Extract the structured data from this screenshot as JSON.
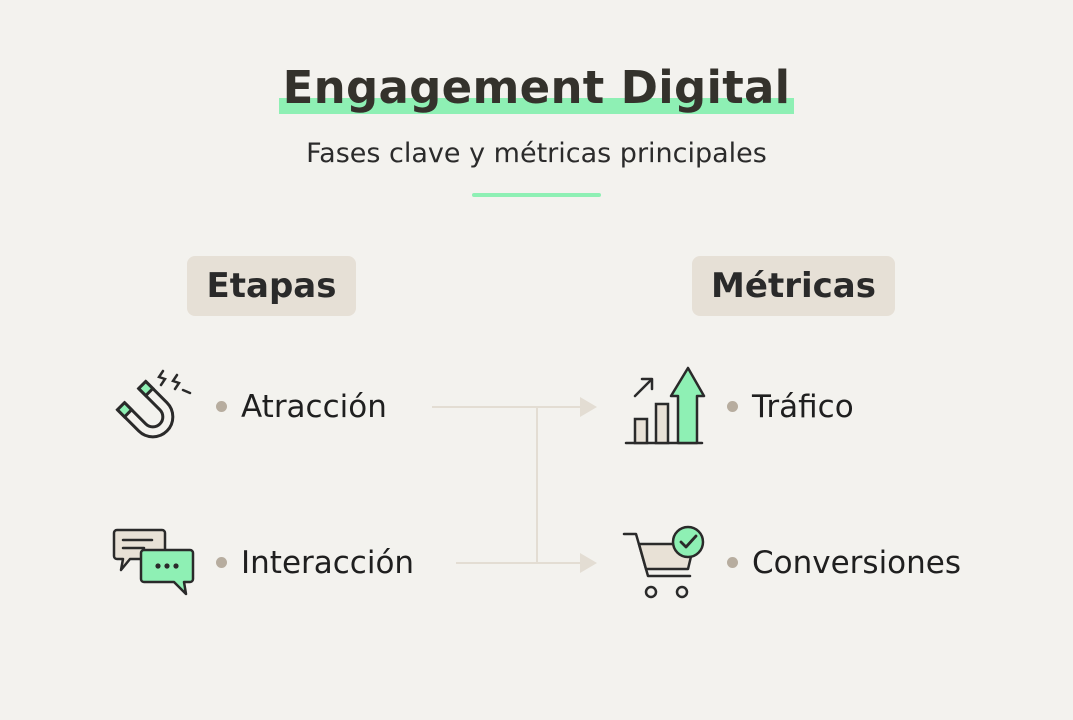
{
  "header": {
    "title": "Engagement Digital",
    "subtitle": "Fases clave y métricas principales"
  },
  "columns": {
    "stages_label": "Etapas",
    "metrics_label": "Métricas"
  },
  "stages": [
    {
      "label": "Atracción",
      "icon": "magnet-icon"
    },
    {
      "label": "Interacción",
      "icon": "chat-bubbles-icon"
    }
  ],
  "metrics": [
    {
      "label": "Tráfico",
      "icon": "bar-chart-growth-icon"
    },
    {
      "label": "Conversiones",
      "icon": "shopping-cart-check-icon"
    }
  ],
  "colors": {
    "accent": "#8ef0b4",
    "label_bg": "#e6e0d6",
    "background": "#f3f2ee",
    "connector": "#e3ddd3"
  }
}
